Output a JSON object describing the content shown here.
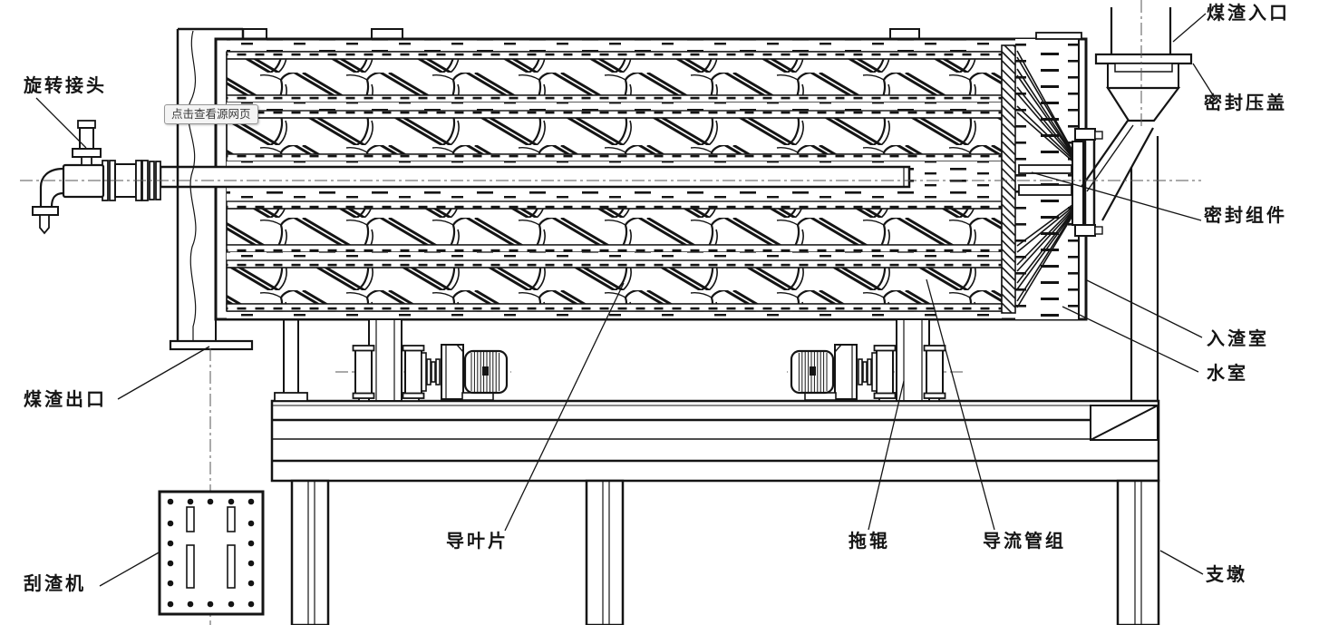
{
  "tooltip": {
    "text": "点击查看源网页"
  },
  "labels": {
    "rotary_joint": "旋转接头",
    "slag_inlet": "煤渣入口",
    "seal_gland": "密封压盖",
    "seal_assembly": "密封组件",
    "slag_chamber": "入渣室",
    "water_chamber": "水室",
    "slag_outlet": "煤渣出口",
    "scraper": "刮渣机",
    "guide_vane": "导叶片",
    "carrier_roller": "拖辊",
    "guide_tube_group": "导流管组",
    "support_pier": "支墩"
  },
  "colors": {
    "line": "#1a1a1a",
    "background": "#ffffff",
    "tooltip_bg": "#f4f4f4",
    "tooltip_border": "#979797",
    "tooltip_text": "#3a3a3a"
  }
}
